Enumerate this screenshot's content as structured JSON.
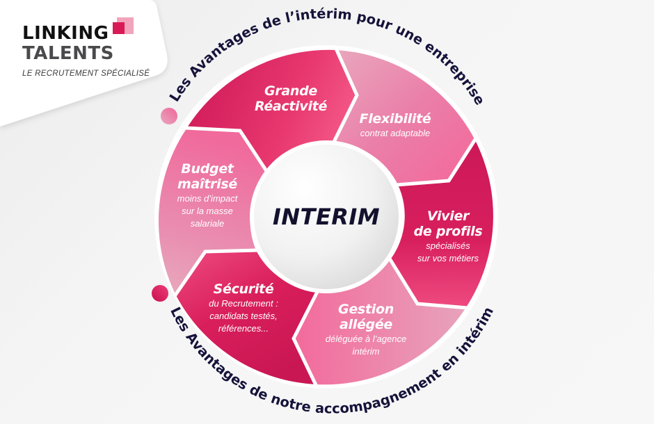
{
  "logo": {
    "line1": "LINKING",
    "line2": "TALENTS",
    "tagline": "LE RECRUTEMENT SPÉCIALISÉ",
    "icon": "overlapping-squares-icon"
  },
  "diagram": {
    "center_label": "INTERIM",
    "top_arc_title": "Les Avantages de l’intérim pour une entreprise",
    "bottom_arc_title": "Les Avantages de notre accompagnement en intérim",
    "segments": [
      {
        "title_line1": "Grande",
        "title_line2": "Réactivité",
        "subtitle_lines": [],
        "color": "#d91e5b"
      },
      {
        "title_line1": "Flexibilité",
        "title_line2": "",
        "subtitle_lines": [
          "contrat adaptable"
        ],
        "color": "#ea7aa6"
      },
      {
        "title_line1": "Vivier",
        "title_line2": "de profils",
        "subtitle_lines": [
          "spécialisés",
          "sur vos métiers"
        ],
        "color": "#d41c5a"
      },
      {
        "title_line1": "Gestion",
        "title_line2": "allégée",
        "subtitle_lines": [
          "déléguée à l’agence",
          "intérim"
        ],
        "color": "#ec7aa5"
      },
      {
        "title_line1": "Sécurité",
        "title_line2": "",
        "subtitle_lines": [
          "du Recrutement :",
          "candidats testés,",
          "références..."
        ],
        "color": "#d81f5c"
      },
      {
        "title_line1": "Budget",
        "title_line2": "maîtrisé",
        "subtitle_lines": [
          "moins d’impact",
          "sur la masse",
          "salariale"
        ],
        "color": "#ec7ca8"
      }
    ]
  },
  "colors": {
    "deep_pink": "#d41c5a",
    "light_pink": "#ec7aa5",
    "navy_text": "#15133a",
    "logo_accent": "#d81b57"
  }
}
